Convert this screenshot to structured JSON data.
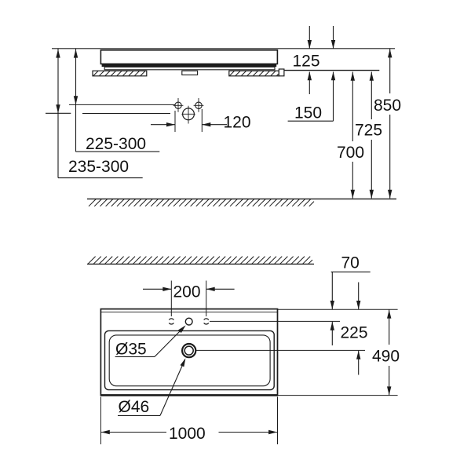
{
  "drawing": {
    "colors": {
      "background": "#ffffff",
      "line": "#1b1b1b",
      "thin_line": "#2a2a2a",
      "text": "#111111"
    },
    "side_elevation": {
      "dimensions": {
        "rim_to_bracket": "125",
        "rim_to_supply_line": "150",
        "supply_hole_spacing": "120",
        "rim_to_holes_range": "225-300",
        "rim_to_mixer_range": "235-300",
        "floor_to_basin_underside": "700",
        "floor_to_bracket": "725",
        "floor_to_rim": "850"
      }
    },
    "plan_view": {
      "dimensions": {
        "back_edge_to_tap_holes": "70",
        "tap_hole_spacing": "200",
        "back_edge_to_drain": "225",
        "basin_depth": "490",
        "basin_width": "1000",
        "tap_hole_diameter": "Ø35",
        "drain_hole_diameter": "Ø46"
      }
    }
  }
}
